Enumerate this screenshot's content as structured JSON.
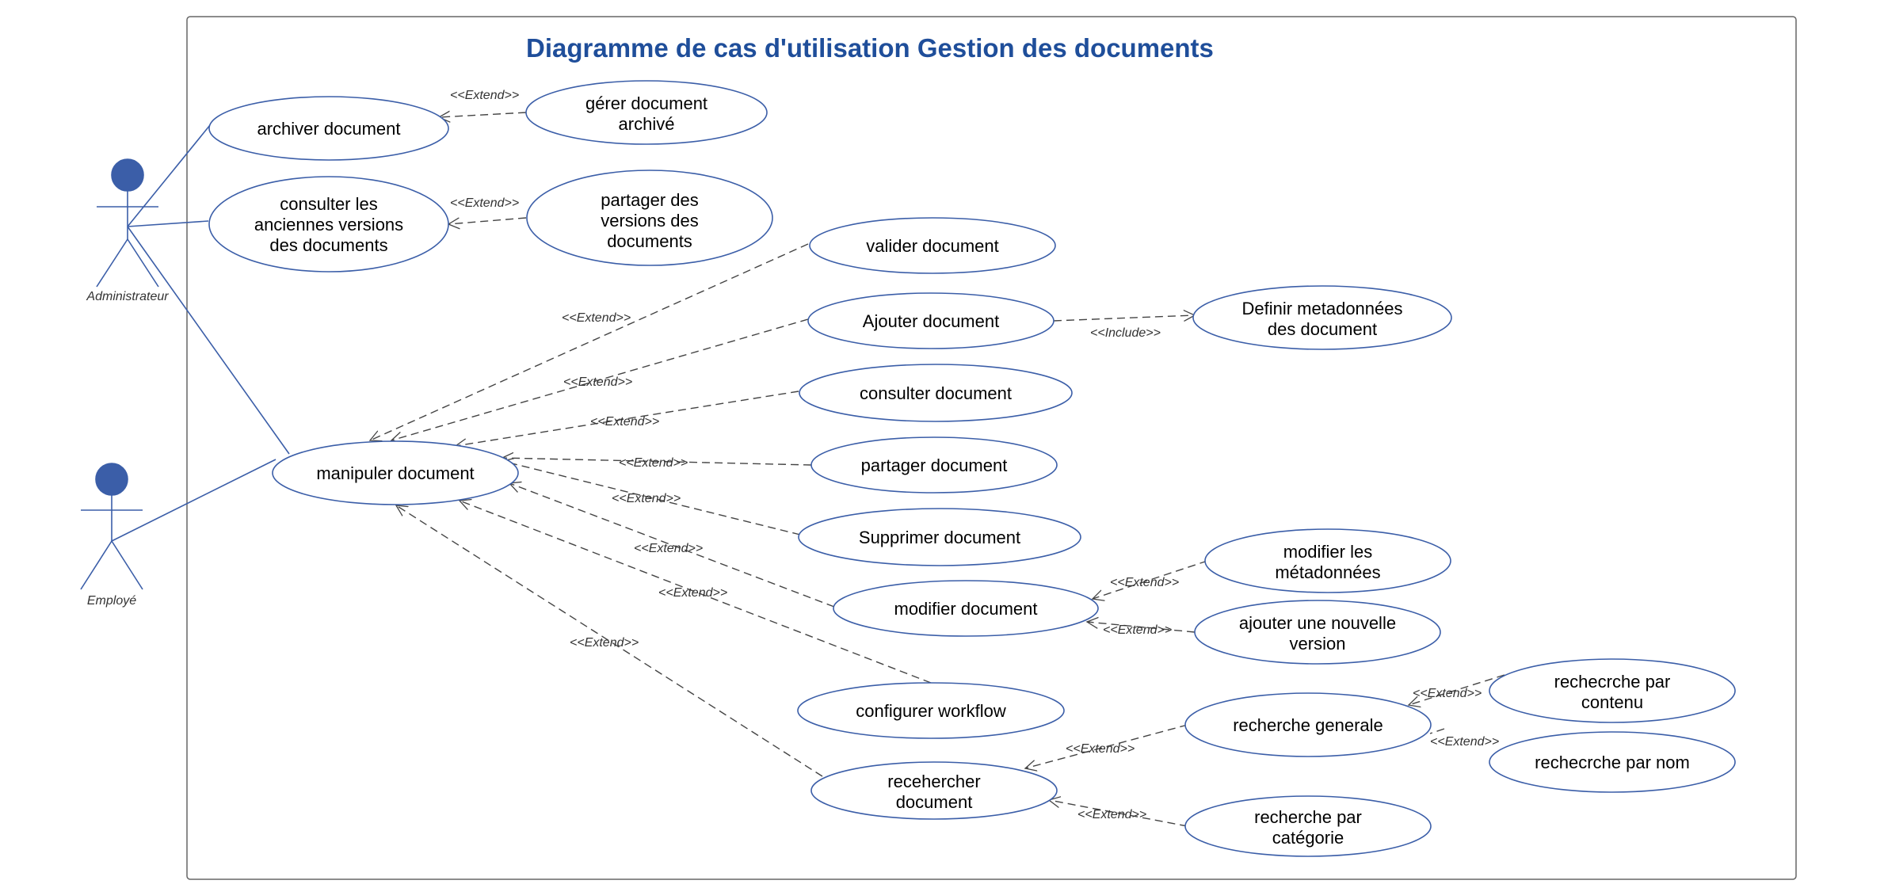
{
  "title": "Diagramme de cas d'utilisation Gestion des documents",
  "colors": {
    "accent": "#3b5ea8",
    "title": "#1f4e9a",
    "boundary": "#666666",
    "dashed": "#444444"
  },
  "actors": {
    "administrateur": "Administrateur",
    "employe": "Employé"
  },
  "use_cases": {
    "archiver": [
      "archiver document"
    ],
    "gerer_archive": [
      "gérer document",
      "archivé"
    ],
    "consulter_versions": [
      "consulter les",
      "anciennes versions",
      "des documents"
    ],
    "partager_versions": [
      "partager des",
      "versions des",
      "documents"
    ],
    "valider": [
      "valider document"
    ],
    "ajouter": [
      "Ajouter document"
    ],
    "definir_meta": [
      "Definir metadonnées",
      "des document"
    ],
    "consulter": [
      "consulter document"
    ],
    "partager": [
      "partager document"
    ],
    "manipuler": [
      "manipuler document"
    ],
    "supprimer": [
      "Supprimer document"
    ],
    "modifier_meta": [
      "modifier les",
      "métadonnées"
    ],
    "modifier": [
      "modifier document"
    ],
    "nouvelle_version": [
      "ajouter une nouvelle",
      "version"
    ],
    "configurer": [
      "configurer workflow"
    ],
    "recherche_contenu": [
      "rechecrche par",
      "contenu"
    ],
    "recherche_generale": [
      "recherche generale"
    ],
    "recherche_nom": [
      "rechecrche par nom"
    ],
    "rechercher": [
      "recehercher",
      "document"
    ],
    "recherche_categorie": [
      "recherche par",
      "catégorie"
    ]
  },
  "relations": {
    "extend": "<<Extend>>",
    "include": "<<Include>>"
  }
}
